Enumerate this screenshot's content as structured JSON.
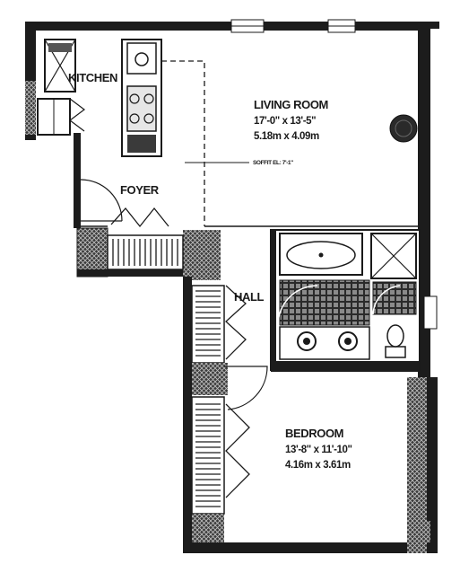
{
  "rooms": {
    "kitchen": {
      "name": "KITCHEN"
    },
    "living_room": {
      "name": "LIVING ROOM",
      "dim_imperial": "17'-0\" x 13'-5\"",
      "dim_metric": "5.18m x 4.09m"
    },
    "foyer": {
      "name": "FOYER"
    },
    "hall": {
      "name": "HALL"
    },
    "bedroom": {
      "name": "BEDROOM",
      "dim_imperial": "13'-8\" x 11'-10\"",
      "dim_metric": "4.16m x 3.61m"
    }
  },
  "notes": {
    "soffit": "SOFFIT EL: 7'-1\""
  }
}
